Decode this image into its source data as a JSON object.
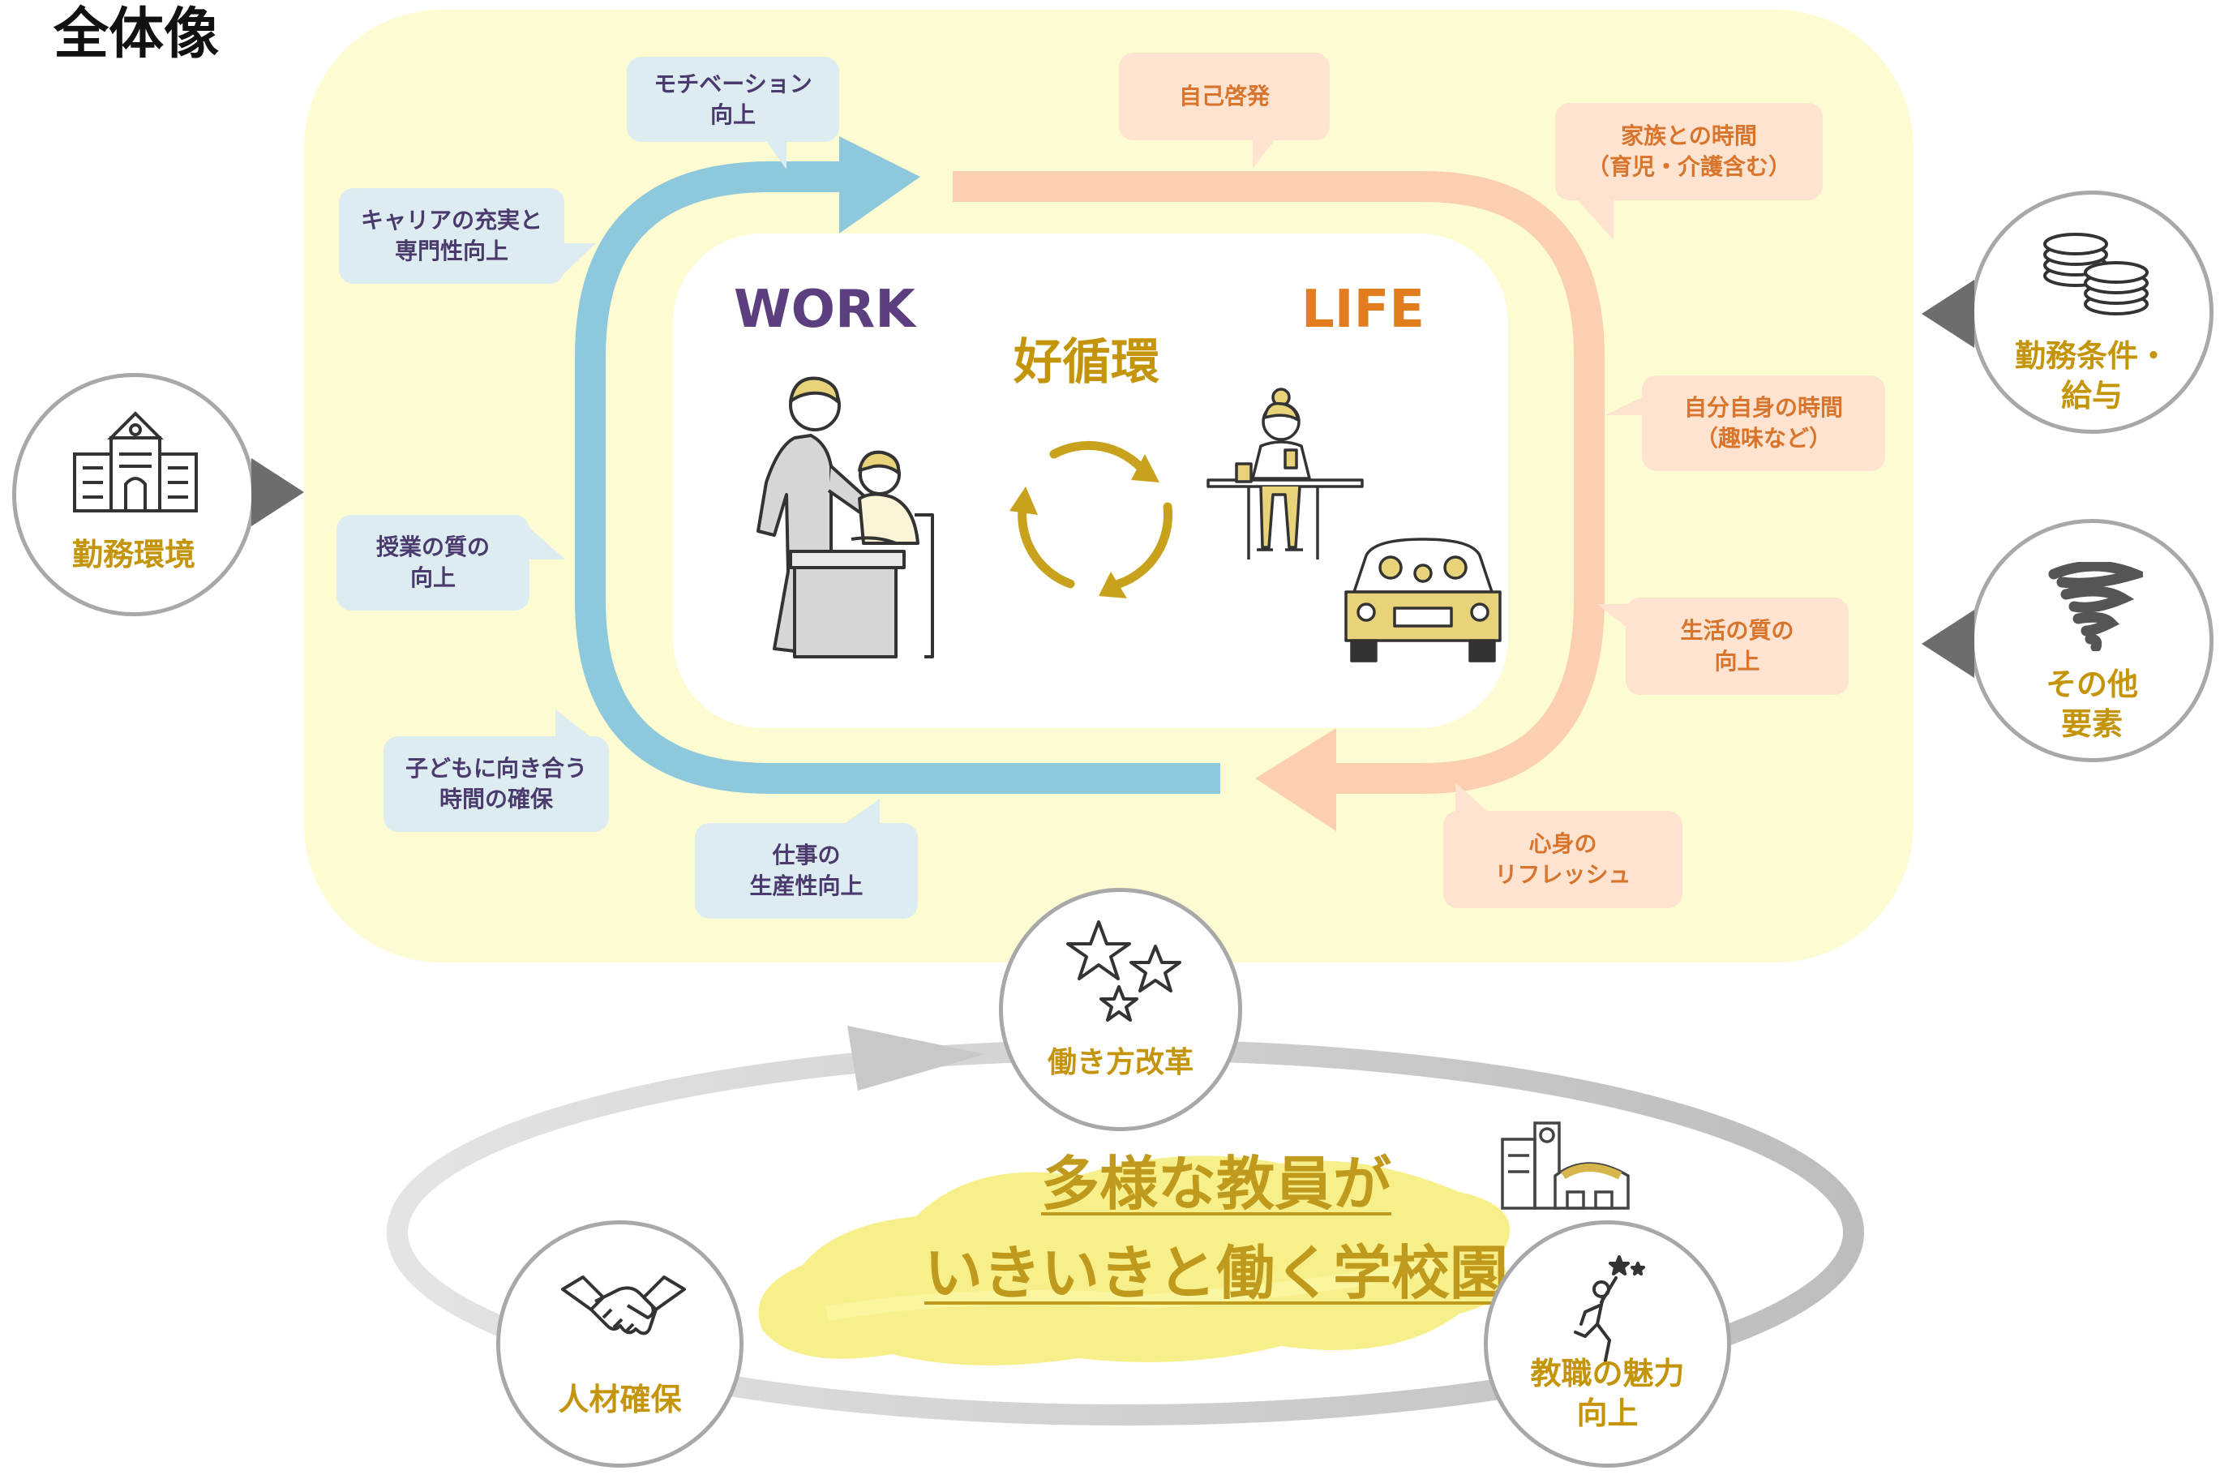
{
  "title": "全体像",
  "center": {
    "work": "WORK",
    "life": "LIFE",
    "cycle": "好循環"
  },
  "work_bubbles": [
    {
      "id": "motivation",
      "text": "モチベーション\n向上"
    },
    {
      "id": "career",
      "text": "キャリアの充実と\n専門性向上"
    },
    {
      "id": "lesson",
      "text": "授業の質の\n向上"
    },
    {
      "id": "children",
      "text": "子どもに向き合う\n時間の確保"
    },
    {
      "id": "productivity",
      "text": "仕事の\n生産性向上"
    }
  ],
  "life_bubbles": [
    {
      "id": "self-dev",
      "text": "自己啓発"
    },
    {
      "id": "family",
      "text": "家族との時間\n（育児・介護含む）"
    },
    {
      "id": "own-time",
      "text": "自分自身の時間\n（趣味など）"
    },
    {
      "id": "life-quality",
      "text": "生活の質の\n向上"
    },
    {
      "id": "refresh",
      "text": "心身の\nリフレッシュ"
    }
  ],
  "factors": {
    "environment": "勤務環境",
    "conditions": "勤務条件・\n給与",
    "other": "その他\n要素"
  },
  "bottom": {
    "reform": "働き方改革",
    "recruit": "人材確保",
    "appeal": "教職の魅力\n向上",
    "headline_line1": "多様な教員が",
    "headline_line2": "いきいきと働く学校園"
  },
  "colors": {
    "work_blue": "#8ec8dc",
    "life_peach": "#fbcfb0",
    "panel_yellow": "#fdfbd2",
    "work_purple": "#5b3f7e",
    "life_orange": "#e27d1f",
    "gold": "#c4950a",
    "gray_ring": "#cfcfcf"
  },
  "icons": [
    "school-icon",
    "coins-icon",
    "tornado-icon",
    "stars-icon",
    "handshake-icon",
    "jumping-person-icon",
    "school-building-icon",
    "teacher-student-illustration",
    "woman-cafe-illustration",
    "family-car-illustration",
    "cycle-arrows-icon"
  ]
}
